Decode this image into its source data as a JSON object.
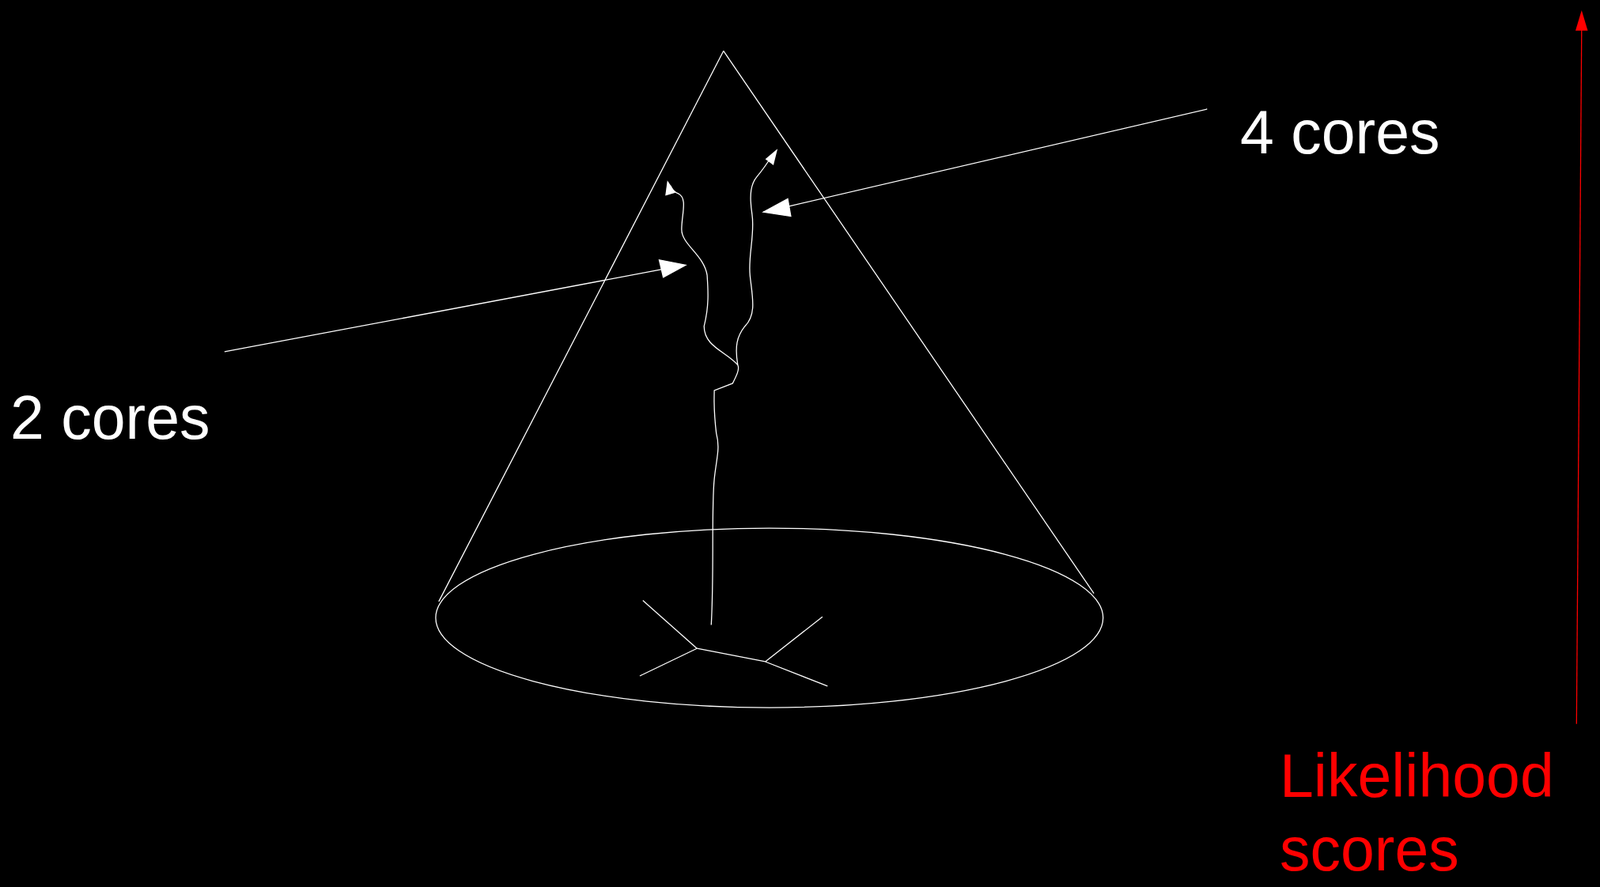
{
  "diagram": {
    "labels": [
      "2 cores",
      "4 cores",
      "Likelihood scores"
    ]
  }
}
